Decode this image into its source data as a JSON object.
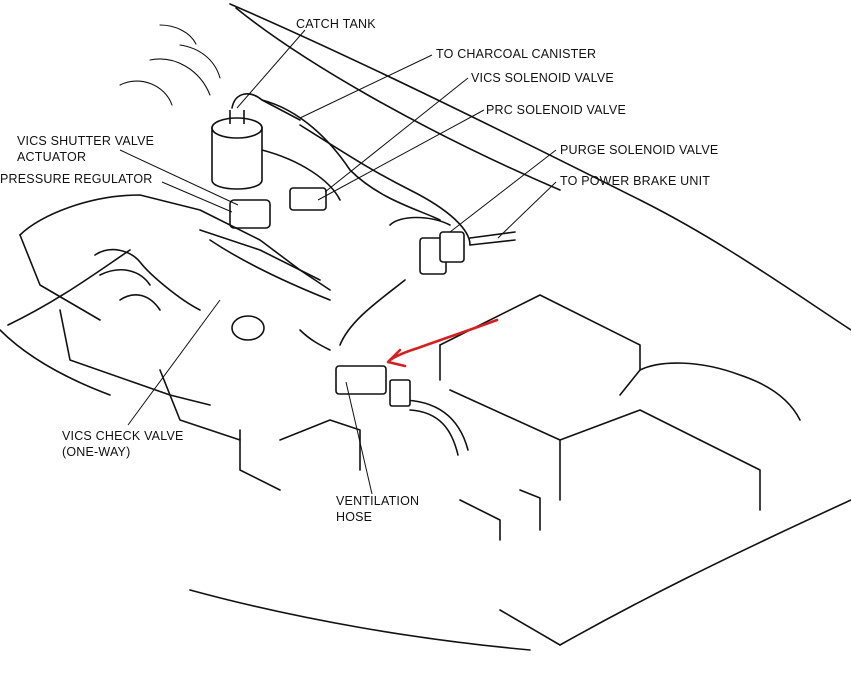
{
  "labels": {
    "catch_tank": "CATCH TANK",
    "to_charcoal_canister": "TO CHARCOAL CANISTER",
    "vics_solenoid_valve": "VICS SOLENOID VALVE",
    "prc_solenoid_valve": "PRC SOLENOID VALVE",
    "vics_shutter_valve_actuator_1": "VICS SHUTTER VALVE",
    "vics_shutter_valve_actuator_2": "ACTUATOR",
    "pressure_regulator": "PRESSURE REGULATOR",
    "purge_solenoid_valve": "PURGE SOLENOID VALVE",
    "to_power_brake_unit": "TO POWER BRAKE UNIT",
    "vics_check_valve_1": "VICS CHECK VALVE",
    "vics_check_valve_2": "(ONE-WAY)",
    "ventilation_hose_1": "VENTILATION",
    "ventilation_hose_2": "HOSE"
  },
  "colors": {
    "line": "#111111",
    "annotation_arrow": "#d42020",
    "background": "#ffffff"
  }
}
